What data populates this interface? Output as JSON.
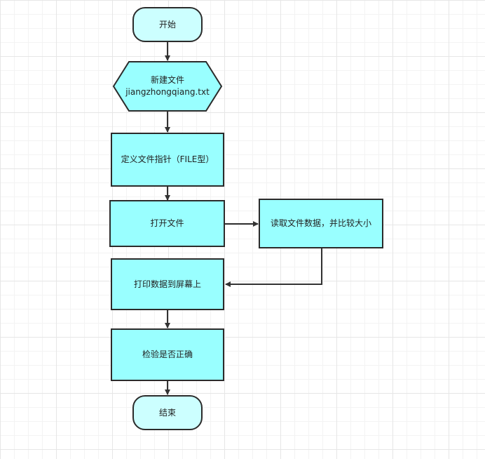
{
  "diagram": {
    "nodes": {
      "start": "开始",
      "create_file": "新建文件\njiangzhongqiang.txt",
      "define_pointer": "定义文件指针（FILE型）",
      "open_file": "打开文件",
      "read_compare": "读取文件数据，并比较大小",
      "print_data": "打印数据到屏幕上",
      "verify": "检验是否正确",
      "end": "结束"
    },
    "colors": {
      "process_fill": "#99ffff",
      "terminal_fill": "#ccffff",
      "stroke": "#2b2b2b",
      "grid": "#e6e6e6"
    }
  }
}
